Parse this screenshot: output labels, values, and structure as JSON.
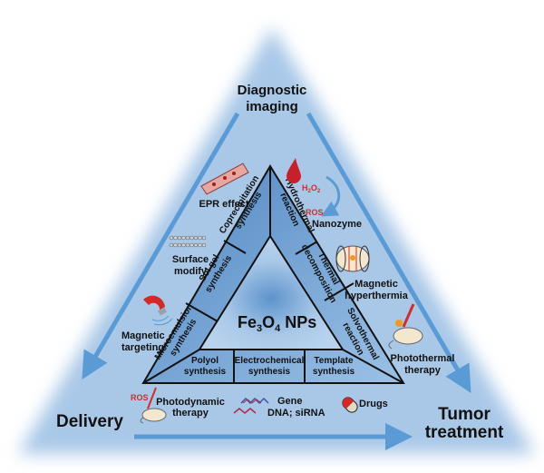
{
  "colors": {
    "background_blue": "#a9c8e8",
    "arrow_blue": "#5b9bd5",
    "segment_blue": "#5d93cc",
    "ros_red": "#d42b2b"
  },
  "corners": {
    "top": [
      "Diagnostic",
      "imaging"
    ],
    "bottom_left": "Delivery",
    "bottom_right": [
      "Tumor",
      "treatment"
    ]
  },
  "center": {
    "title": "Fe",
    "sub1": "3",
    "mid": "O",
    "sub2": "4",
    "suffix": " NPs"
  },
  "synthesis_methods": {
    "left_side": [
      [
        "Coprecipitation",
        "synthesis"
      ],
      [
        "Sol gel",
        "synthesis"
      ],
      [
        "Microemulsion",
        "synthesis"
      ]
    ],
    "right_side": [
      [
        "Hydrothermal",
        "reaction"
      ],
      [
        "Thermal",
        "decomposition"
      ],
      [
        "Solvothermal",
        "reaction"
      ]
    ],
    "bottom": [
      [
        "Polyol",
        "synthesis"
      ],
      [
        "Electrochemical",
        "synthesis"
      ],
      [
        "Template",
        "synthesis"
      ]
    ]
  },
  "applications": {
    "epr": "EPR effect",
    "h2o2": "H",
    "h2o2_sub": "2",
    "h2o2_o": "O",
    "h2o2_sub2": "2",
    "ros1": "ROS",
    "nanozyme": "Nanozyme",
    "surface": [
      "Surface",
      "modify"
    ],
    "hyperthermia": [
      "Magnetic",
      "hyperthermia"
    ],
    "targeting": [
      "Magnetic",
      "targeting"
    ],
    "photothermal": [
      "Photothermal",
      "therapy"
    ],
    "ros2": "ROS",
    "photodynamic": [
      "Photodynamic",
      "therapy"
    ],
    "gene": "Gene",
    "dna": "DNA; siRNA",
    "drugs": "Drugs"
  }
}
